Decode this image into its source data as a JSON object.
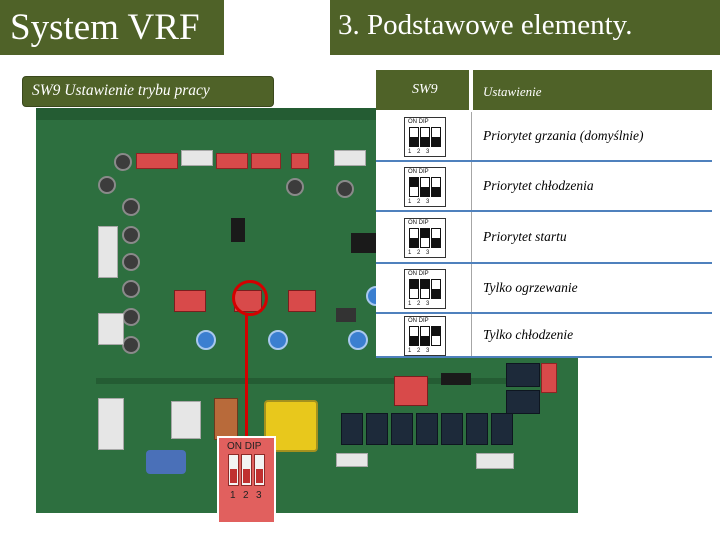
{
  "header": {
    "title_left": "System VRF",
    "title_right": "3. Podstawowe elementy."
  },
  "subtitle": "SW9 Ustawienie trybu pracy",
  "photo": {
    "dip_zoom_label": "ON DIP",
    "dip_numbers": [
      "1",
      "2",
      "3"
    ]
  },
  "table": {
    "col_sw9": "SW9",
    "col_setting": "Ustawienie",
    "rows": [
      {
        "label": "Priorytet grzania (domyślnie)",
        "pattern": [
          "down",
          "down",
          "down"
        ]
      },
      {
        "label": "Priorytet chłodzenia",
        "pattern": [
          "up",
          "down",
          "down"
        ]
      },
      {
        "label": "Priorytet startu",
        "pattern": [
          "down",
          "up",
          "down"
        ]
      },
      {
        "label": "Tylko ogrzewanie",
        "pattern": [
          "up",
          "up",
          "down"
        ]
      },
      {
        "label": "Tylko chłodzenie",
        "pattern": [
          "down",
          "down",
          "up"
        ]
      }
    ]
  },
  "colors": {
    "header_bg": "#4f6228",
    "row_line": "#4f81bd",
    "highlight": "#d40000",
    "pcb": "#2d6f3f"
  }
}
